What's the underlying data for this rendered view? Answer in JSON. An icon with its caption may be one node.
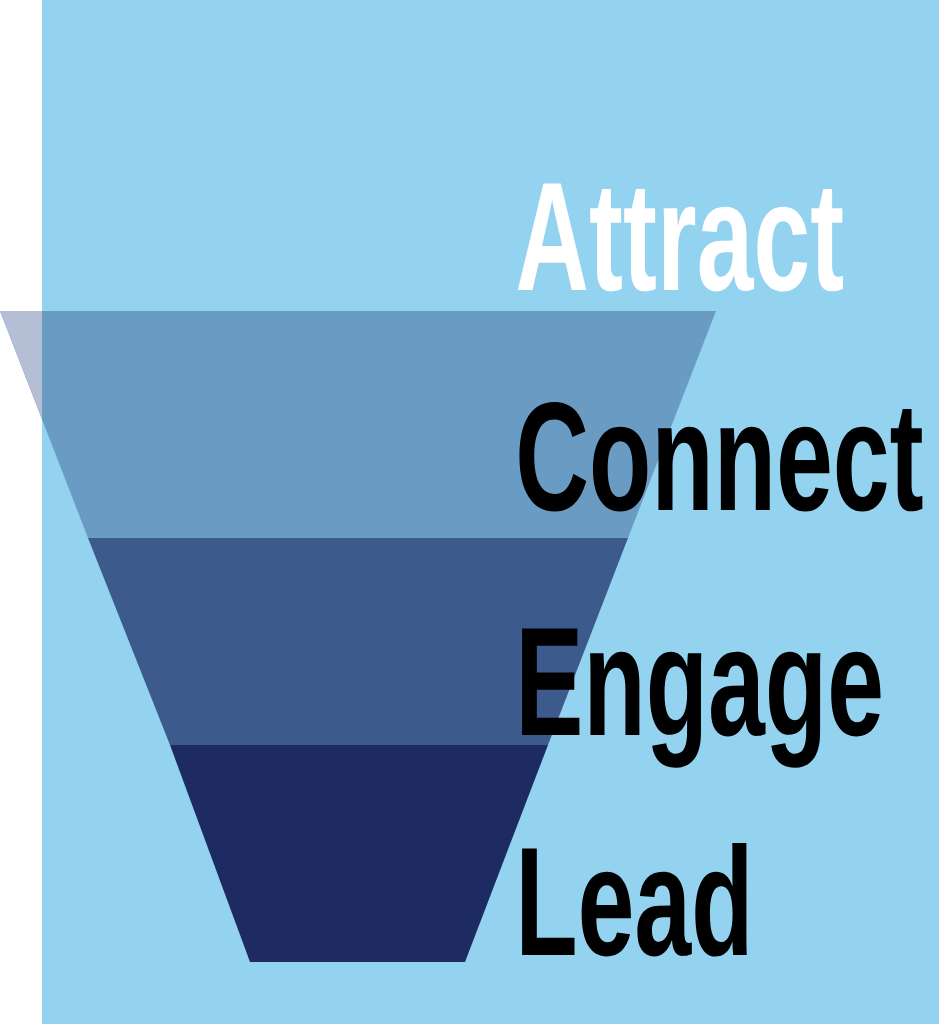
{
  "diagram": {
    "nodes": [
      {
        "text": [],
        "shape": "trapezoid"
      },
      {
        "text": [],
        "shape": "trapezoid"
      },
      {
        "text": [],
        "shape": "trapezoid"
      }
    ],
    "labels": [
      "Attract",
      "Connect",
      "Engage",
      "Lead"
    ]
  }
}
